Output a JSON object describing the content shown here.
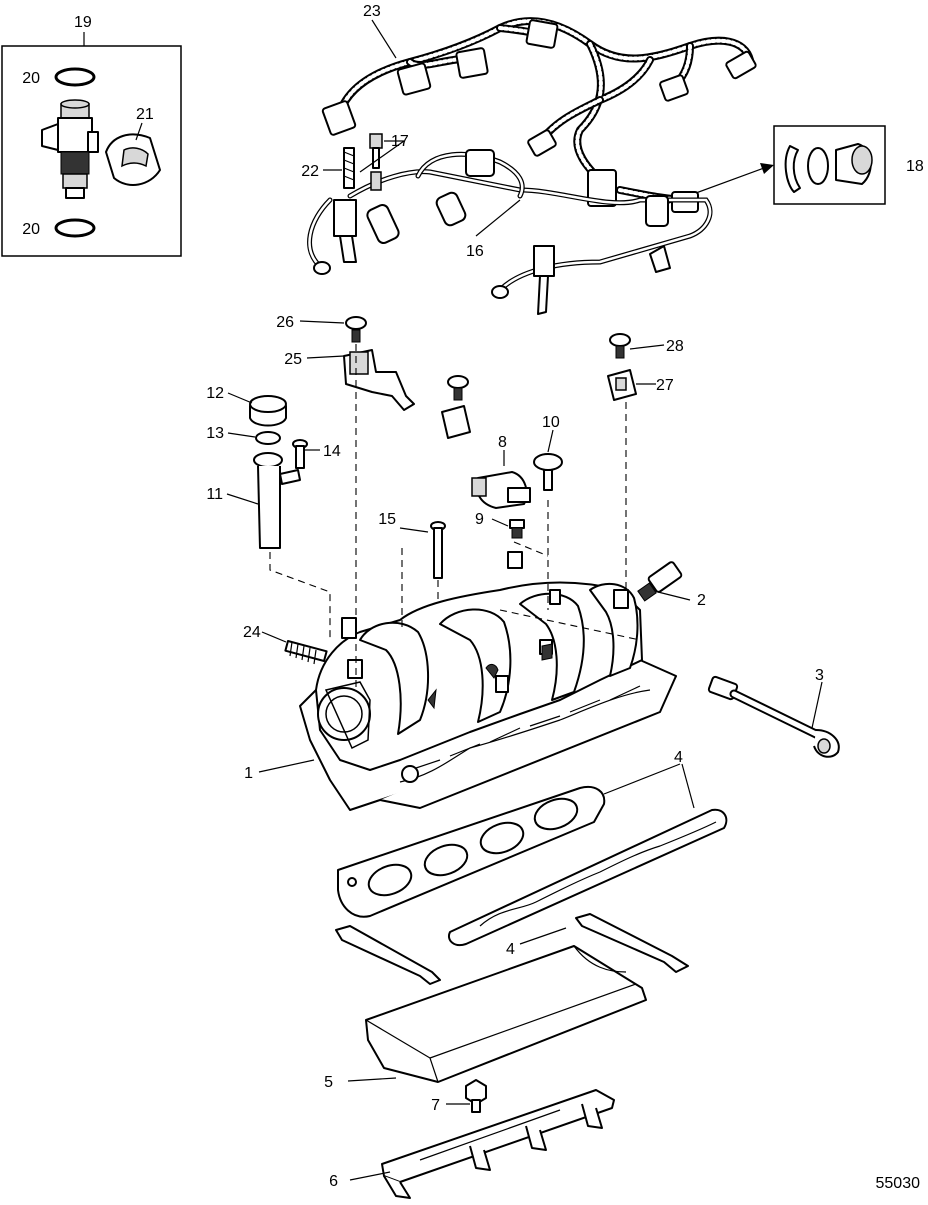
{
  "figure_id": "55030",
  "callouts": [
    {
      "id": "1",
      "label": "1"
    },
    {
      "id": "2",
      "label": "2"
    },
    {
      "id": "3",
      "label": "3"
    },
    {
      "id": "4a",
      "label": "4"
    },
    {
      "id": "4b",
      "label": "4"
    },
    {
      "id": "5",
      "label": "5"
    },
    {
      "id": "6",
      "label": "6"
    },
    {
      "id": "7",
      "label": "7"
    },
    {
      "id": "8",
      "label": "8"
    },
    {
      "id": "9",
      "label": "9"
    },
    {
      "id": "10",
      "label": "10"
    },
    {
      "id": "11",
      "label": "11"
    },
    {
      "id": "12",
      "label": "12"
    },
    {
      "id": "13",
      "label": "13"
    },
    {
      "id": "14",
      "label": "14"
    },
    {
      "id": "15",
      "label": "15"
    },
    {
      "id": "16",
      "label": "16"
    },
    {
      "id": "17",
      "label": "17"
    },
    {
      "id": "18",
      "label": "18"
    },
    {
      "id": "19",
      "label": "19"
    },
    {
      "id": "20a",
      "label": "20"
    },
    {
      "id": "20b",
      "label": "20"
    },
    {
      "id": "21",
      "label": "21"
    },
    {
      "id": "22",
      "label": "22"
    },
    {
      "id": "23",
      "label": "23"
    },
    {
      "id": "24",
      "label": "24"
    },
    {
      "id": "25",
      "label": "25"
    },
    {
      "id": "26",
      "label": "26"
    },
    {
      "id": "27",
      "label": "27"
    },
    {
      "id": "28",
      "label": "28"
    }
  ]
}
